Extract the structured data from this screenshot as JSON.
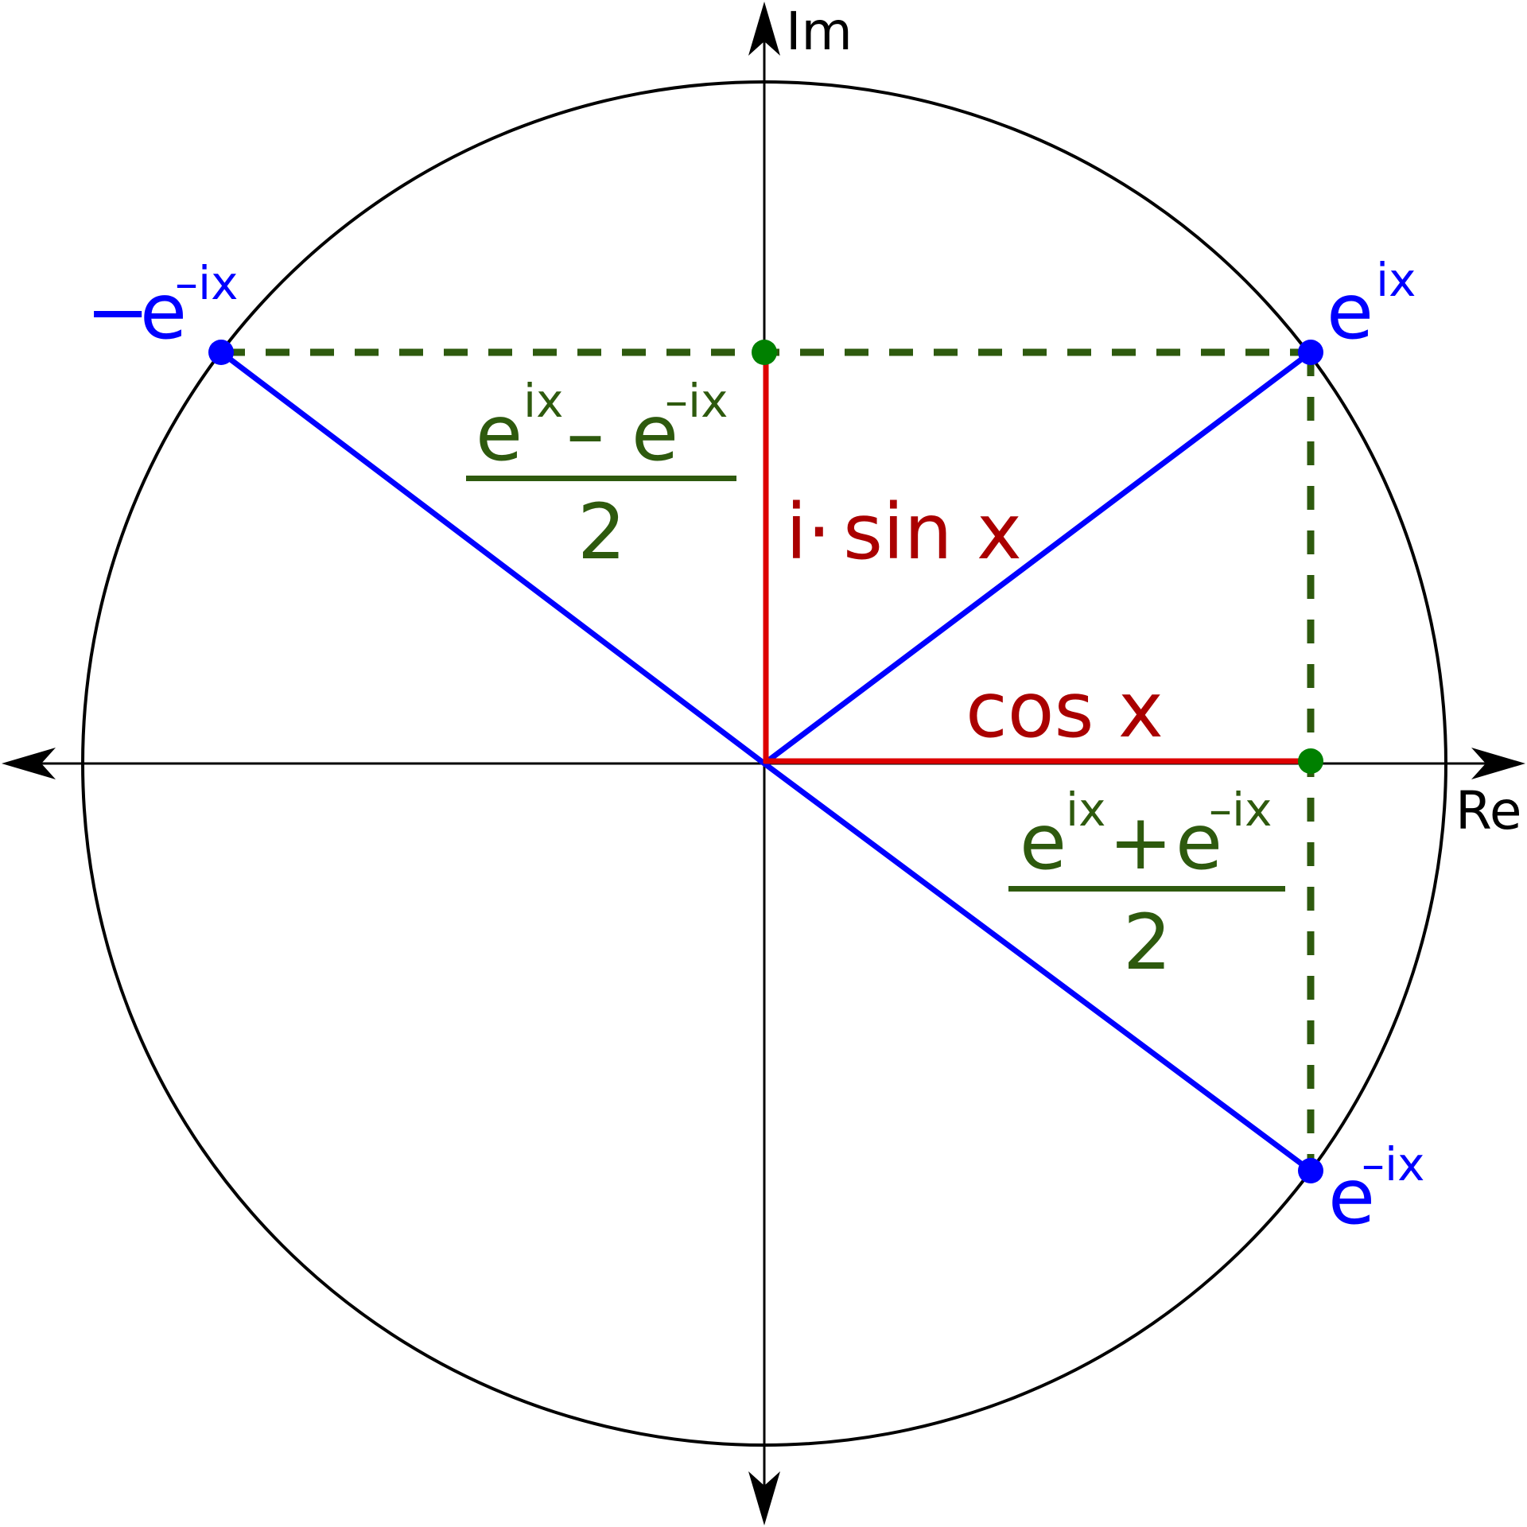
{
  "axes": {
    "imaginary_label": "Im",
    "real_label": "Re"
  },
  "points": {
    "e_ix": {
      "base": "e",
      "exponent": "ix"
    },
    "e_minus_ix": {
      "base": "e",
      "exponent": "–ix"
    },
    "neg_e_minus_ix": {
      "sign": "−",
      "base": "e",
      "exponent": "–ix"
    }
  },
  "segments": {
    "sin_label": {
      "prefix": "i·",
      "text": "sin x"
    },
    "cos_label": "cos x"
  },
  "formulas": {
    "sin_formula": {
      "term1_base": "e",
      "term1_exp": "ix",
      "operator": "–",
      "term2_base": "e",
      "term2_exp": "–ix",
      "denominator": "2"
    },
    "cos_formula": {
      "term1_base": "e",
      "term1_exp": "ix",
      "operator": "+",
      "term2_base": "e",
      "term2_exp": "–ix",
      "denominator": "2"
    }
  },
  "colors": {
    "axis": "#000000",
    "circle": "#000000",
    "blue": "#0000ff",
    "red": "#dd0000",
    "label_red": "#aa0000",
    "green": "#2e5a0e",
    "green_dot": "#008000"
  }
}
